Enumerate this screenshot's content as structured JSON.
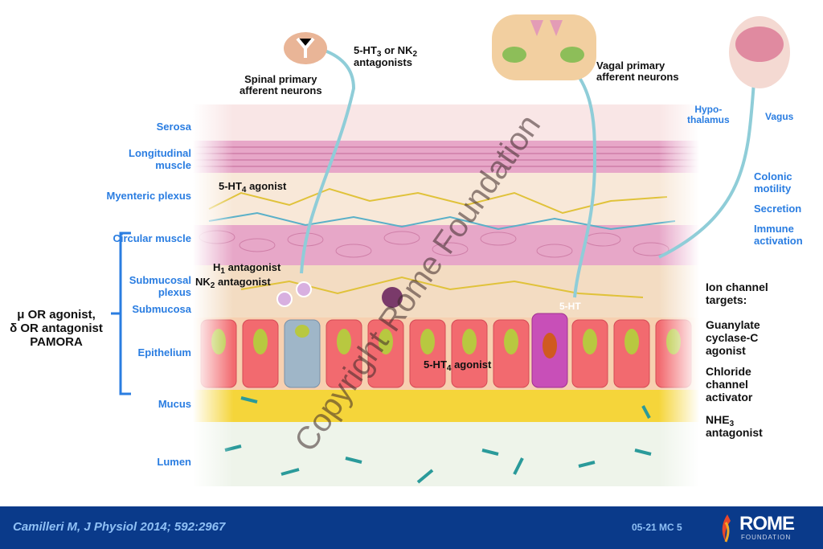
{
  "layers": [
    "Serosa",
    "Longitudinal muscle",
    "Myenteric plexus",
    "Circular muscle",
    "Submucosal plexus",
    "Submucosa",
    "Epithelium",
    "Mucus",
    "Lumen"
  ],
  "left_bracket": {
    "line1": "μ OR agonist,",
    "line2": "δ OR antagonist",
    "line3": "PAMORA"
  },
  "top": {
    "spinal": {
      "line1": "Spinal primary",
      "line2": "afferent neurons"
    },
    "ht3": {
      "line1": "5-HT",
      "sub1": "3",
      "mid": " or NK",
      "sub2": "2",
      "line2": "antagonists"
    },
    "vagal": {
      "line1": "Vagal primary",
      "line2": "afferent neurons"
    },
    "hypothalamus": {
      "line1": "Hypo-",
      "line2": "thalamus"
    },
    "vagus": "Vagus"
  },
  "right": {
    "colonic": {
      "line1": "Colonic",
      "line2": "motility"
    },
    "secretion": "Secretion",
    "immune": {
      "line1": "Immune",
      "line2": "activation"
    },
    "ion": {
      "line1": "Ion channel",
      "line2": "targets:"
    },
    "gc": {
      "line1": "Guanylate",
      "line2": "cyclase-C",
      "line3": "agonist"
    },
    "chloride": {
      "line1": "Chloride",
      "line2": "channel",
      "line3": "activator"
    },
    "nhe": {
      "line1": "NHE",
      "sub": "3",
      "line2": "antagonist"
    }
  },
  "inner": {
    "ht4_top": {
      "pre": "5-HT",
      "sub": "4",
      "post": "  agonist"
    },
    "h1": {
      "pre": "H",
      "sub": "1",
      "post": " antagonist"
    },
    "nk2": {
      "pre": "NK",
      "sub": "2",
      "post": " antagonist"
    },
    "ht": "5-HT",
    "ht4_bottom": {
      "pre": "5-HT",
      "sub": "4",
      "post": "  agonist"
    }
  },
  "watermark": "Copyright Rome Foundation",
  "footer": {
    "citation": "Camilleri M, J Physiol 2014; 592:2967",
    "code": "05-21  MC 5",
    "logo_main": "ROME",
    "logo_sub": "FOUNDATION"
  },
  "colors": {
    "label_blue": "#2a7de1",
    "footer_bg": "#0a3a8a",
    "muscle_pink": "#e7a7c8",
    "epithelium_red": "#f26a6f",
    "mucus_yellow": "#f5d53a"
  }
}
